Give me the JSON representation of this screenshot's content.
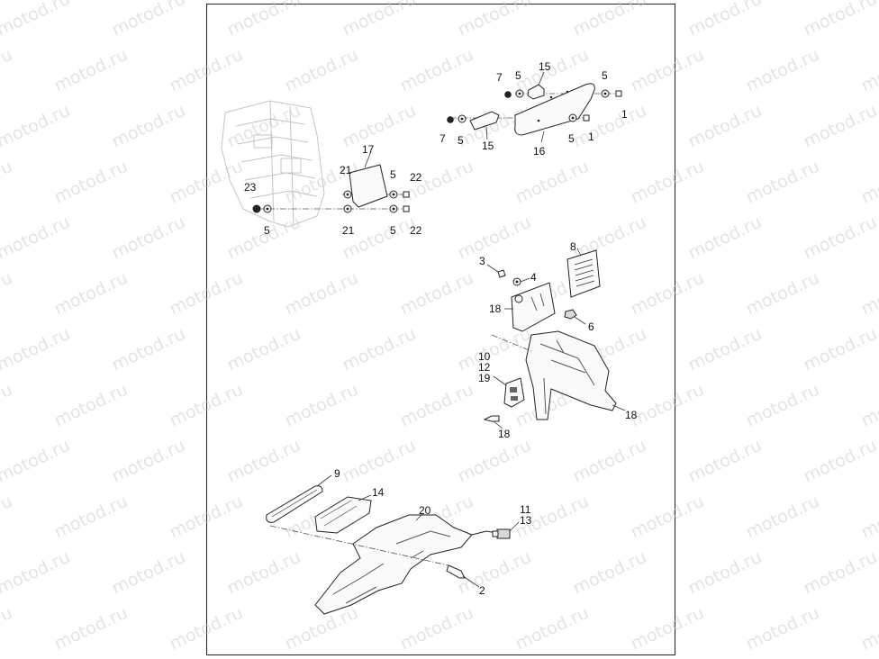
{
  "watermark": "motod.ru",
  "callouts": {
    "c_7a": "7",
    "c_5a": "5",
    "c_15a": "15",
    "c_5b": "5",
    "c_1a": "1",
    "c_7b": "7",
    "c_5c": "5",
    "c_15b": "15",
    "c_16": "16",
    "c_5d": "5",
    "c_1b": "1",
    "c_17": "17",
    "c_21a": "21",
    "c_5e": "5",
    "c_22a": "22",
    "c_23": "23",
    "c_5f": "5",
    "c_21b": "21",
    "c_5g": "5",
    "c_22b": "22",
    "c_8": "8",
    "c_3": "3",
    "c_4": "4",
    "c_18a": "18",
    "c_6": "6",
    "c_10": "10",
    "c_12": "12",
    "c_19": "19",
    "c_18b": "18",
    "c_18c": "18",
    "c_9": "9",
    "c_14": "14",
    "c_20": "20",
    "c_11": "11",
    "c_13": "13",
    "c_2": "2"
  }
}
